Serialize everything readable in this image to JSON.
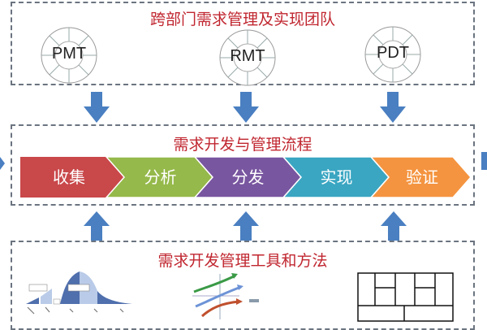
{
  "teams_section": {
    "title": "跨部门需求管理及实现团队",
    "teams": [
      {
        "label": "PMT",
        "icon": "team-wheel-icon"
      },
      {
        "label": "RMT",
        "icon": "team-wheel-icon"
      },
      {
        "label": "PDT",
        "icon": "team-wheel-icon"
      }
    ]
  },
  "process_section": {
    "title": "需求开发与管理流程",
    "steps": [
      {
        "label": "收集",
        "color": "#c9484a"
      },
      {
        "label": "分析",
        "color": "#95b94a"
      },
      {
        "label": "分发",
        "color": "#7956a0"
      },
      {
        "label": "实现",
        "color": "#3aa6c2"
      },
      {
        "label": "验证",
        "color": "#f49440"
      }
    ]
  },
  "tools_section": {
    "title": "需求开发管理工具和方法",
    "tools": [
      {
        "name": "distribution-curve-chart"
      },
      {
        "name": "trend-arrows-chart"
      },
      {
        "name": "grid-layout-diagram"
      }
    ]
  },
  "colors": {
    "title_red": "#c0262f",
    "arrow_blue": "#4a7fc1",
    "border_gray": "#6b7480"
  }
}
